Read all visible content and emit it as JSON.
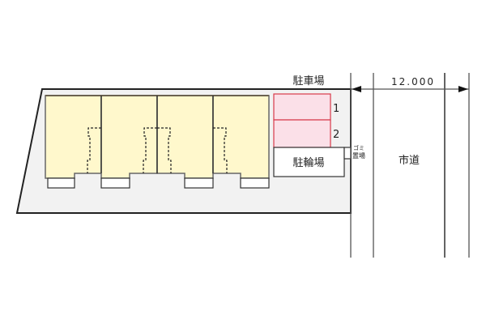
{
  "diagram": {
    "type": "site-plan",
    "colors": {
      "lot_fill": "#f2f2f2",
      "lot_stroke": "#222222",
      "building_fill": "#fff8cc",
      "building_stroke": "#555555",
      "parking_fill": "#fbe0e8",
      "parking_stroke": "#d83a4a",
      "white": "#ffffff"
    },
    "labels": {
      "parking": "駐車場",
      "parking_space_1": "1",
      "parking_space_2": "2",
      "bicycle_parking": "駐輪場",
      "trash_area_line1": "ゴミ",
      "trash_area_line2": "置場",
      "road": "市道",
      "road_width": "12.000"
    },
    "units": [
      {
        "id": "unit-1"
      },
      {
        "id": "unit-2"
      },
      {
        "id": "unit-3"
      },
      {
        "id": "unit-4"
      }
    ],
    "parking_spaces": [
      {
        "number": "1"
      },
      {
        "number": "2"
      }
    ]
  }
}
